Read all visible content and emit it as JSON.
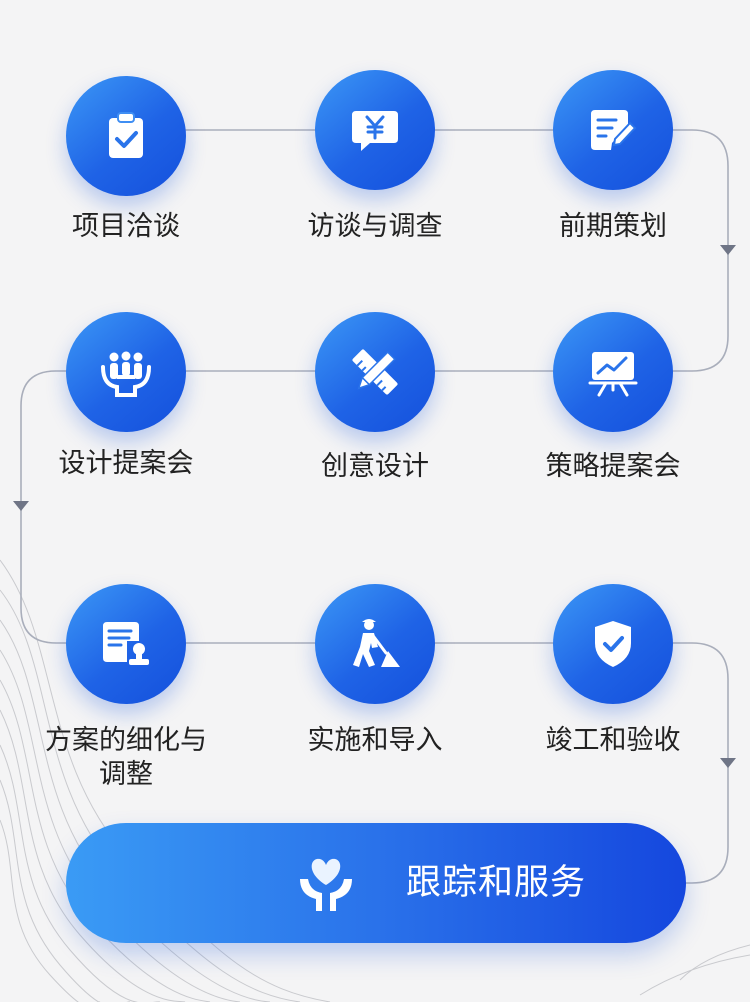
{
  "steps": [
    {
      "label": "项目洽谈",
      "icon": "clipboard-check-icon"
    },
    {
      "label": "访谈与调查",
      "icon": "yuan-chat-icon"
    },
    {
      "label": "前期策划",
      "icon": "document-edit-icon"
    },
    {
      "label": "设计提案会",
      "icon": "meeting-icon"
    },
    {
      "label": "创意设计",
      "icon": "pencil-ruler-icon"
    },
    {
      "label": "策略提案会",
      "icon": "presentation-chart-icon"
    },
    {
      "label": "方案的细化与\n调整",
      "icon": "document-stamp-icon"
    },
    {
      "label": "实施和导入",
      "icon": "worker-shovel-icon"
    },
    {
      "label": "竣工和验收",
      "icon": "shield-check-icon"
    }
  ],
  "final": {
    "label": "跟踪和服务",
    "icon": "heart-hands-icon"
  },
  "colors": {
    "accent": "#1f63e6",
    "accent_light": "#3c98f6",
    "line": "#a9aebb",
    "arrow": "#6f7586",
    "text": "#222222"
  }
}
